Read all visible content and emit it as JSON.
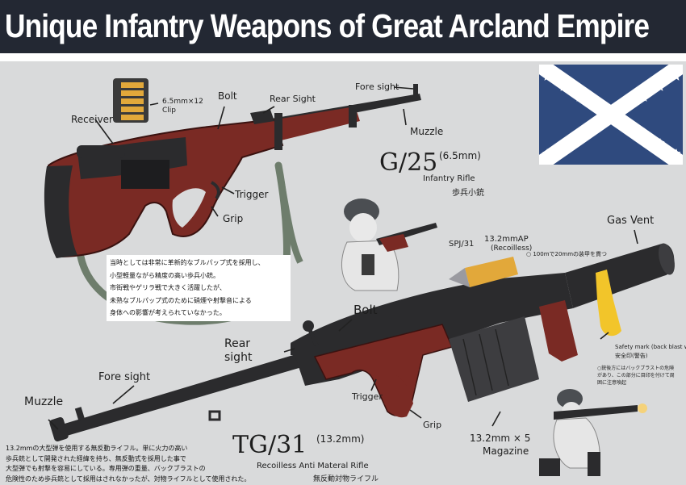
{
  "page": {
    "title": "Unique Infantry Weapons of Great Arcland Empire"
  },
  "flag": {
    "field_color": "#2f4a7e",
    "saltire_color": "#ffffff",
    "star_color": "#ffffff",
    "star_count": 12
  },
  "g25": {
    "name": "G/25",
    "caliber": "(6.5mm)",
    "type_en": "Infantry Rifle",
    "type_jp": "歩兵小銃",
    "clip_label": "6.5mm×12\nClip",
    "parts": {
      "receiver": "Receiver",
      "bolt": "Bolt",
      "rear_sight": "Rear Sight",
      "fore_sight": "Fore sight",
      "muzzle": "Muzzle",
      "trigger": "Trigger",
      "grip": "Grip"
    },
    "note_lines": [
      "当時としては非常に革新的なブルパップ式を採用し、",
      "小型軽量ながら精度の高い歩兵小銃。",
      "市街戦やゲリラ戦で大きく活躍したが、",
      "未熟なブルパップ式のために硝煙や射撃音による",
      "身体への影響が考えられていなかった。"
    ]
  },
  "tg31": {
    "name": "TG/31",
    "caliber": "(13.2mm)",
    "type_en": "Recoilless Anti Materal Rifle",
    "type_jp": "無反動対物ライフル",
    "ammo_name": "SPJ/31",
    "ammo_type": "13.2mmAP",
    "ammo_sub": "(Recoilless)",
    "ammo_note": "○ 100mで20mmの装甲を貫つ",
    "gas_vent": "Gas Vent",
    "safety_mark": "Safety mark (back blast warn)",
    "safety_jp": "安全印(警告)",
    "backblast_note": "○銃後方にはバックブラストの危険があり、この部分に目印を付けて周囲に注意喚起",
    "magazine_count": "13.2mm × 5",
    "parts": {
      "bolt": "Bolt",
      "rear_sight": "Rear\nsight",
      "fore_sight": "Fore sight",
      "muzzle": "Muzzle",
      "trigger": "Trigger",
      "grip": "Grip",
      "magazine": "Magazine"
    },
    "note_lines": [
      "13.2mmの大型弾を使用する無反動ライフル。単に火力の高い",
      "歩兵銃として開発された経緯を持ち、無反動式を採用した事で",
      "大型弾でも射撃を容易にしている。専用弾の重量、バックブラストの",
      "危険性のため歩兵銃として採用はされなかったが、対物ライフルとして使用された。"
    ]
  },
  "colors": {
    "wood": "#7a2a24",
    "wood_dark": "#5c1d19",
    "metal": "#2b2b2d",
    "sling": "#6e7d6c",
    "brass": "#e2a83a",
    "safety_ribbon": "#f2c52a"
  }
}
